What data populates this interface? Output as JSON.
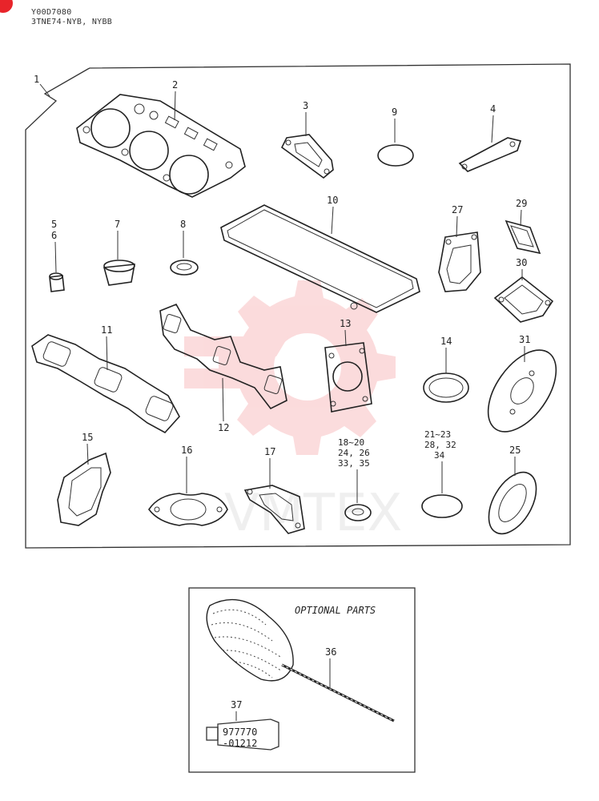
{
  "header": {
    "code_line_1": "Y00D7080",
    "code_line_2": "3TNE74-NYB, NYBB"
  },
  "kit_label": "1",
  "callouts": {
    "p2": "2",
    "p3": "3",
    "p9": "9",
    "p4": "4",
    "p5": "5",
    "p6": "6",
    "p7": "7",
    "p8": "8",
    "p10": "10",
    "p27": "27",
    "p29": "29",
    "p30": "30",
    "p11": "11",
    "p12": "12",
    "p13": "13",
    "p14": "14",
    "p31": "31",
    "p15": "15",
    "p16": "16",
    "p17": "17",
    "p18_line1": "18~20",
    "p18_line2": "24, 26",
    "p18_line3": "33, 35",
    "p21_line1": "21~23",
    "p21_line2": "28, 32",
    "p21_line3": "34",
    "p25": "25"
  },
  "optional": {
    "title": "OPTIONAL PARTS",
    "p36": "36",
    "p37": "37",
    "tube_text_1": "977770",
    "tube_text_2": "-01212"
  },
  "watermark": {
    "text": "VMTEX",
    "color": "#e8242a"
  }
}
